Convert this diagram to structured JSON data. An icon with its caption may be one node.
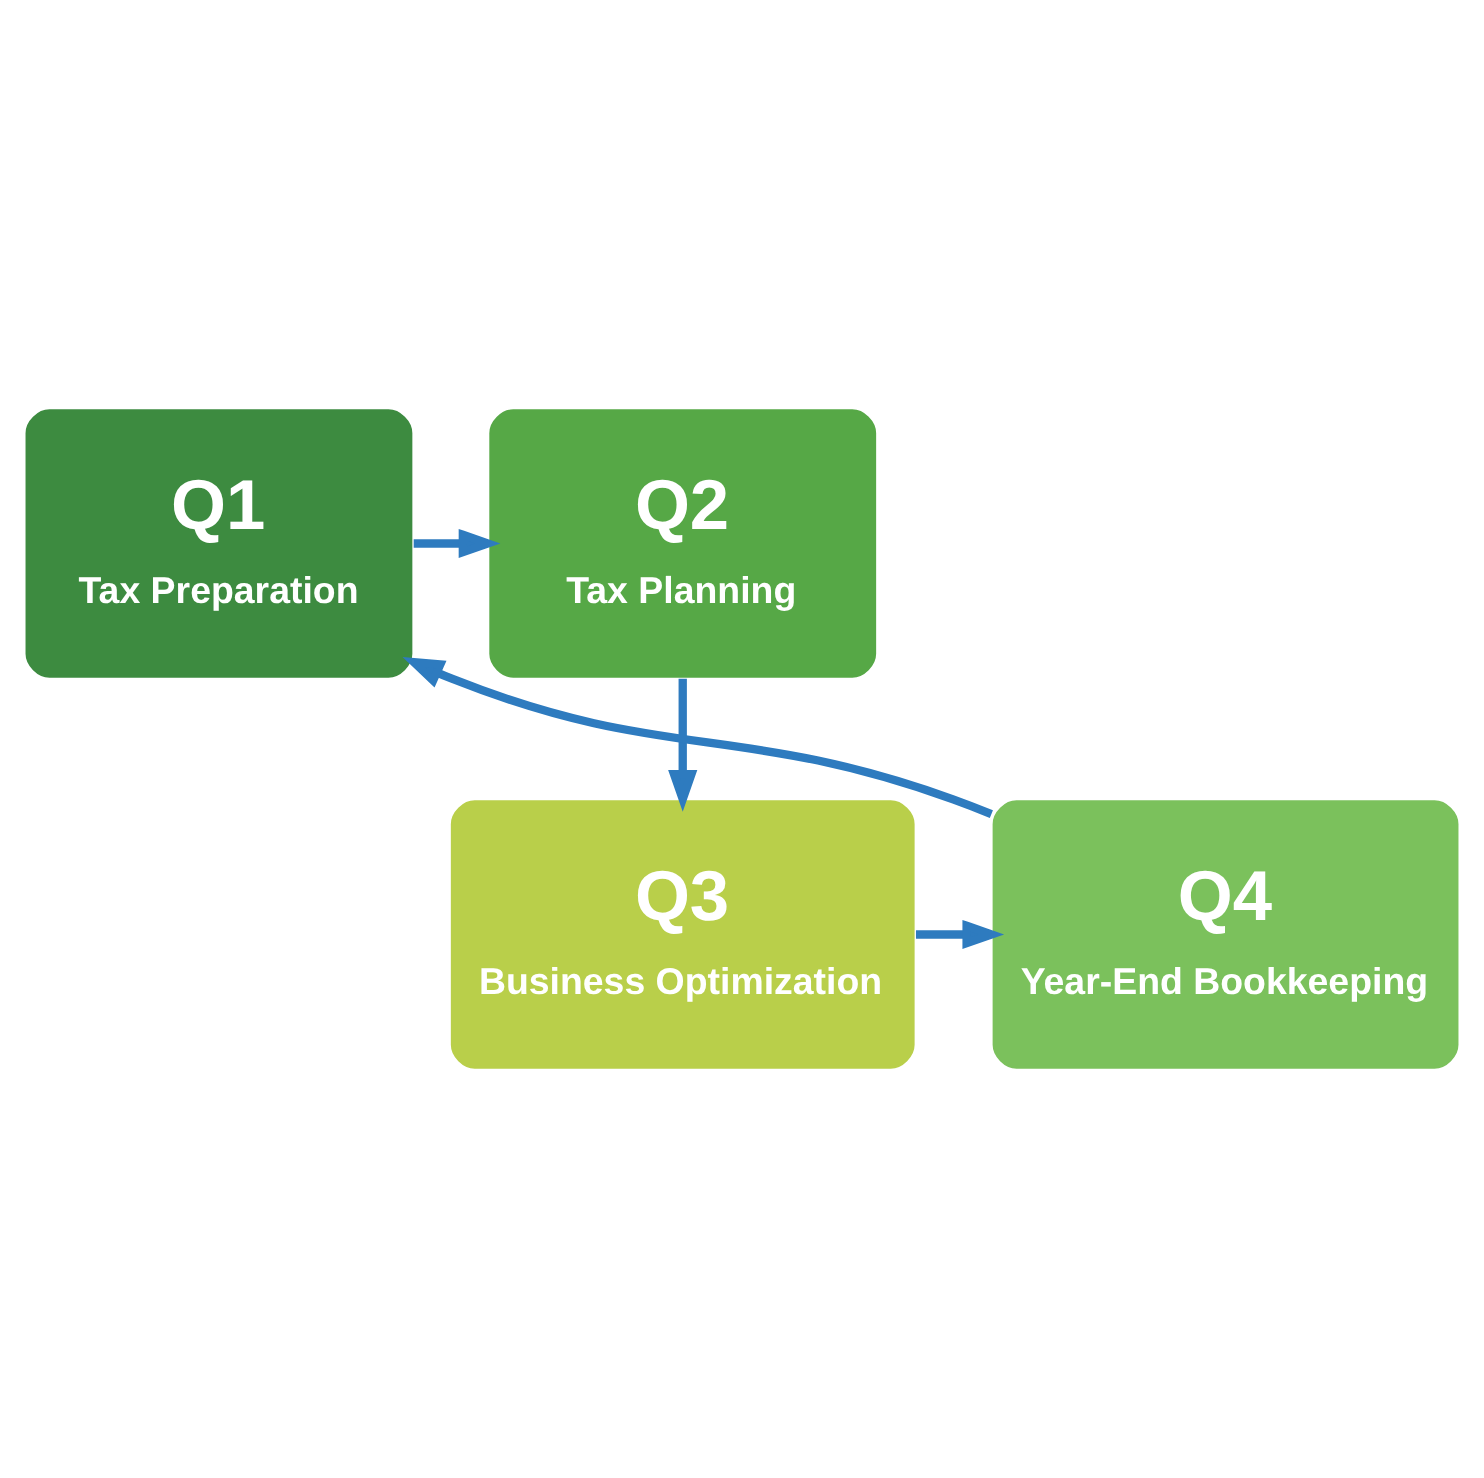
{
  "diagram": {
    "nodes": [
      {
        "text": [
          "Q1",
          "Tax Preparation"
        ]
      },
      {
        "text": [
          "Q2",
          "Tax Planning"
        ]
      },
      {
        "text": [
          "Q3",
          "Business Optimization"
        ]
      },
      {
        "text": [
          "Q4",
          "Year-End Bookkeeping"
        ]
      }
    ],
    "edges": [
      {
        "from": 0,
        "to": 1,
        "arrow": "to"
      },
      {
        "from": 1,
        "to": 2,
        "arrow": "to"
      },
      {
        "from": 2,
        "to": 3,
        "arrow": "to"
      },
      {
        "from": 3,
        "to": 0,
        "arrow": "to"
      }
    ]
  }
}
